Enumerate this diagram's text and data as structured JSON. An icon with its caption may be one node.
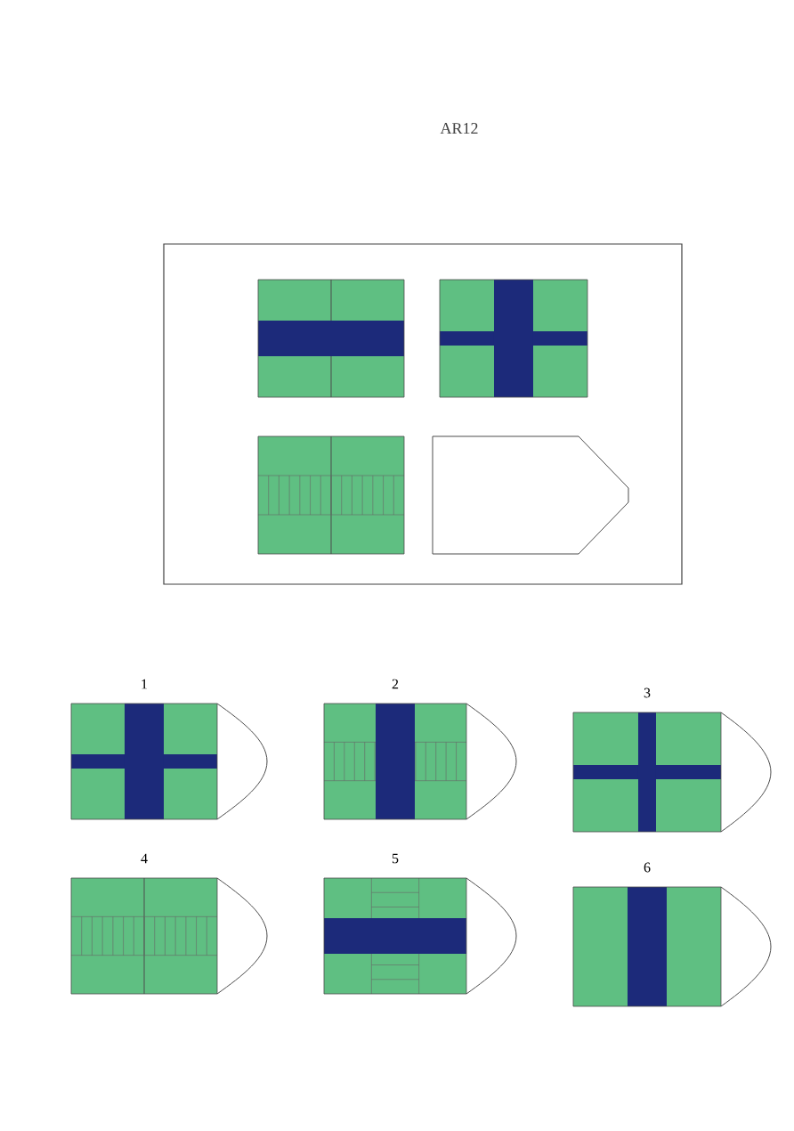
{
  "diagram": {
    "title": "AR12",
    "labels": [
      "1",
      "2",
      "3",
      "4",
      "5",
      "6"
    ]
  }
}
